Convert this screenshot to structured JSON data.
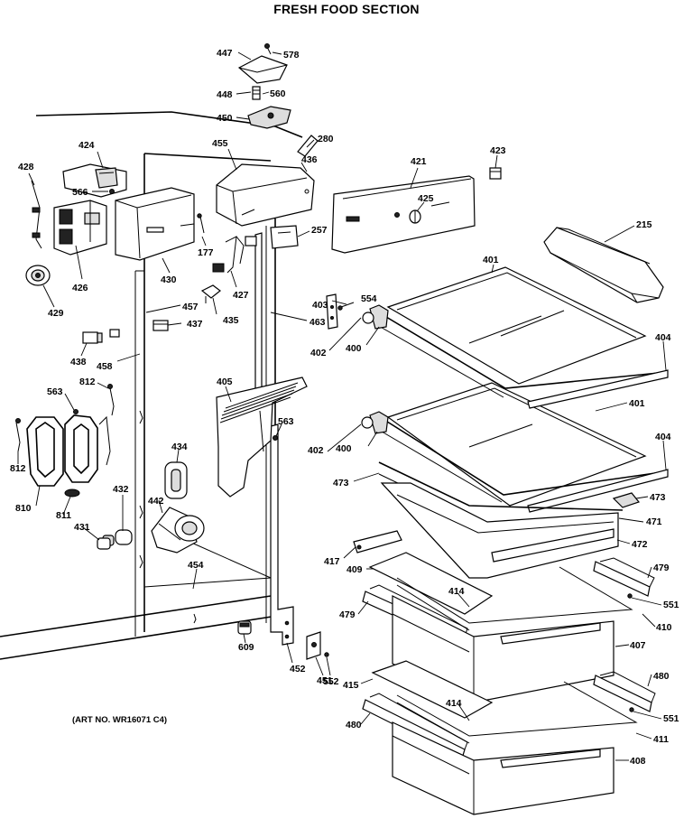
{
  "title": "FRESH FOOD SECTION",
  "art_number": "(ART NO. WR16071 C4)",
  "callouts": {
    "c447": "447",
    "c578": "578",
    "c448": "448",
    "c560": "560",
    "c450": "450",
    "c280": "280",
    "c424": "424",
    "c455": "455",
    "c436": "436",
    "c428": "428",
    "c566": "566",
    "c421": "421",
    "c423": "423",
    "c425": "425",
    "c215": "215",
    "c257": "257",
    "c177": "177",
    "c426": "426",
    "c430": "430",
    "c427": "427",
    "c401a": "401",
    "c429": "429",
    "c457": "457",
    "c403": "403",
    "c554": "554",
    "c435": "435",
    "c463": "463",
    "c437": "437",
    "c402a": "402",
    "c400a": "400",
    "c438": "438",
    "c458": "458",
    "c404a": "404",
    "c405": "405",
    "c812a": "812",
    "c563a": "563",
    "c401b": "401",
    "c563b": "563",
    "c812b": "812",
    "c434": "434",
    "c402b": "402",
    "c400b": "400",
    "c404b": "404",
    "c810": "810",
    "c473a": "473",
    "c432": "432",
    "c473b": "473",
    "c442": "442",
    "c811": "811",
    "c471": "471",
    "c431": "431",
    "c472": "472",
    "c417": "417",
    "c454": "454",
    "c479a": "479",
    "c409": "409",
    "c414a": "414",
    "c551a": "551",
    "c479b": "479",
    "c410": "410",
    "c609": "609",
    "c407": "407",
    "c452": "452",
    "c451": "451",
    "c552": "552",
    "c415": "415",
    "c480a": "480",
    "c414b": "414",
    "c551b": "551",
    "c480b": "480",
    "c411": "411",
    "c408": "408"
  }
}
